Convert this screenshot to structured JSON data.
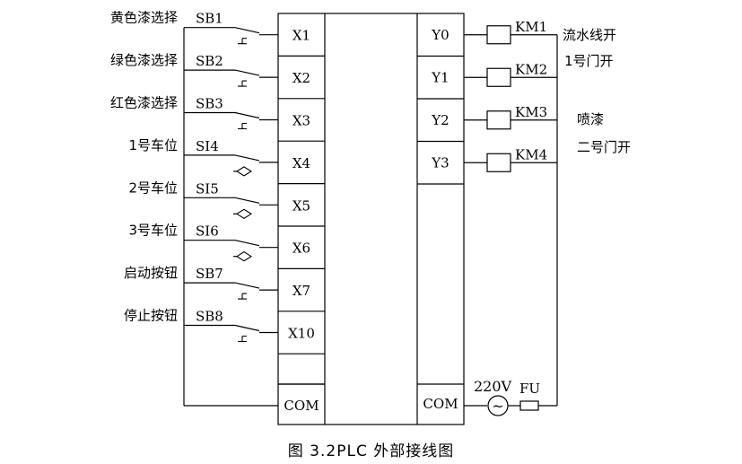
{
  "inputs": [
    {
      "label": "黄色漆选择",
      "device": "SB1",
      "port": "X1",
      "contact": "pushbutton"
    },
    {
      "label": "绿色漆选择",
      "device": "SB2",
      "port": "X2",
      "contact": "pushbutton"
    },
    {
      "label": "红色漆选择",
      "device": "SB3",
      "port": "X3",
      "contact": "pushbutton"
    },
    {
      "label": "1号车位",
      "device": "SI4",
      "port": "X4",
      "contact": "proximity"
    },
    {
      "label": "2号车位",
      "device": "SI5",
      "port": "X5",
      "contact": "proximity"
    },
    {
      "label": "3号车位",
      "device": "SI6",
      "port": "X6",
      "contact": "proximity"
    },
    {
      "label": "启动按钮",
      "device": "SB7",
      "port": "X7",
      "contact": "pushbutton"
    },
    {
      "label": "停止按钮",
      "device": "SB8",
      "port": "X10",
      "contact": "pushbutton"
    }
  ],
  "outputs": [
    {
      "port": "Y0",
      "device": "KM1",
      "label": "流水线开"
    },
    {
      "port": "Y1",
      "device": "KM2",
      "label": "1号门开"
    },
    {
      "port": "Y2",
      "device": "KM3",
      "label": "喷漆"
    },
    {
      "port": "Y3",
      "device": "KM4",
      "label": "二号门开"
    }
  ],
  "input_com": "COM",
  "output_com": "COM",
  "supply_voltage": "220V",
  "fuse": "FU",
  "ac_symbol": "~",
  "caption": "图 3.2PLC 外部接线图"
}
